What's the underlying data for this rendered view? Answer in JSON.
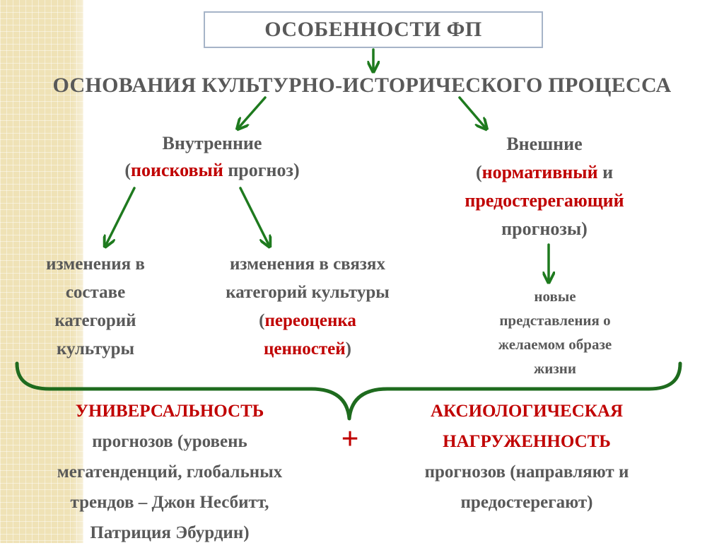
{
  "title": "ОСОБЕННОСТИ ФП",
  "heading": "ОСНОВАНИЯ КУЛЬТУРНО-ИСТОРИЧЕСКОГО ПРОЦЕССА",
  "internal": {
    "label": "Внутренние",
    "open": "(",
    "highlight": "поисковый",
    "rest": " прогноз)"
  },
  "external": {
    "label": "Внешние",
    "open": "(",
    "highlight1": "нормативный",
    "mid": " и",
    "highlight2": "предостерегающий",
    "rest": "прогнозы)"
  },
  "box1": {
    "lines": [
      "изменения в",
      "составе",
      "категорий",
      "культуры"
    ]
  },
  "box2": {
    "line1": "изменения  в связях",
    "line2": "категорий культуры",
    "open": "(",
    "highlight1": "переоценка",
    "highlight2": "ценностей",
    "close": ")"
  },
  "box3": {
    "lines": [
      "новые",
      "представления о",
      "желаемом образе",
      "жизни"
    ]
  },
  "universality": {
    "highlight": "УНИВЕРСАЛЬНОСТЬ",
    "lines": [
      "прогнозов (уровень",
      "мегатенденций, глобальных",
      "трендов – Джон Несбитт,",
      "Патриция Эбурдин)"
    ]
  },
  "axiology": {
    "highlight1": "АКСИОЛОГИЧЕСКАЯ",
    "highlight2": "НАГРУЖЕННОСТЬ",
    "lines": [
      "прогнозов (направляют и",
      "предостерегают)"
    ]
  },
  "plus": "+",
  "colors": {
    "text": "#595959",
    "accent": "#c00000",
    "arrow": "#1e7a1e",
    "brace": "#1e6b1e",
    "box_border": "#a6b4c8"
  }
}
